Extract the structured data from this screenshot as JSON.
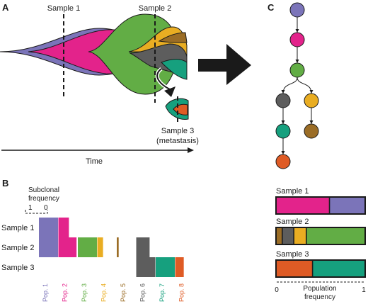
{
  "colors": {
    "pop1": "#7b74b9",
    "pop2": "#e3238b",
    "pop3": "#62ad45",
    "pop4": "#e9ad22",
    "pop5": "#9b6d26",
    "pop6": "#5d5d5d",
    "pop7": "#16a07e",
    "pop8": "#df5b25",
    "ink": "#1a1a1a"
  },
  "panel_a": {
    "label": "A",
    "sample1": "Sample 1",
    "sample2": "Sample 2",
    "sample3_line1": "Sample 3",
    "sample3_line2": "(metastasis)",
    "time": "Time"
  },
  "panel_b": {
    "label": "B",
    "subclonal_line1": "Subclonal",
    "subclonal_line2": "frequency",
    "scale_one": "1",
    "scale_zero": "0",
    "rows": [
      "Sample 1",
      "Sample 2",
      "Sample 3"
    ],
    "populations": [
      "Pop. 1",
      "Pop. 2",
      "Pop. 3",
      "Pop. 4",
      "Pop. 5",
      "Pop. 6",
      "Pop. 7",
      "Pop. 8"
    ],
    "frequencies": {
      "Sample 1": [
        1.0,
        0.55,
        0,
        0,
        0,
        0,
        0,
        0
      ],
      "Sample 2": [
        1.0,
        0.95,
        1.0,
        0.3,
        0.1,
        0.7,
        0,
        0
      ],
      "Sample 3": [
        0,
        0,
        0,
        0,
        0,
        1.0,
        1.0,
        0.45
      ]
    }
  },
  "panel_c": {
    "label": "C",
    "tree_edges": [
      [
        1,
        2
      ],
      [
        2,
        3
      ],
      [
        3,
        6
      ],
      [
        3,
        4
      ],
      [
        6,
        7
      ],
      [
        4,
        5
      ],
      [
        7,
        8
      ]
    ],
    "samples": [
      {
        "name": "Sample 1",
        "pops": [
          2,
          1
        ],
        "freqs": [
          0.6,
          0.4
        ]
      },
      {
        "name": "Sample 2",
        "pops": [
          5,
          6,
          4,
          3
        ],
        "freqs": [
          0.07,
          0.13,
          0.14,
          0.66
        ]
      },
      {
        "name": "Sample 3",
        "pops": [
          8,
          7
        ],
        "freqs": [
          0.41,
          0.59
        ]
      }
    ],
    "axis_zero": "0",
    "axis_one": "1",
    "axis_line1": "Population",
    "axis_line2": "frequency"
  }
}
